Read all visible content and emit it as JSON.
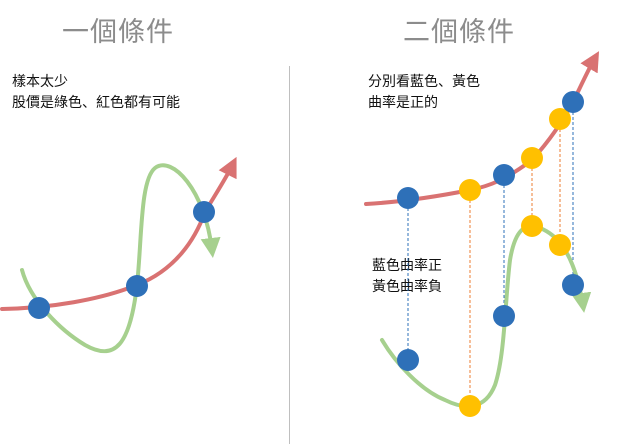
{
  "left_panel": {
    "title": "一個條件",
    "note_lines": [
      "樣本太少",
      "股價是綠色、紅色都有可能"
    ]
  },
  "right_panel": {
    "title": "二個條件",
    "note_top_lines": [
      "分別看藍色、黃色",
      "曲率是正的"
    ],
    "note_mid_lines": [
      "藍色曲率正",
      "黃色曲率負"
    ]
  },
  "colors": {
    "red_curve": "#d97272",
    "green_curve": "#a6d08e",
    "blue_dot": "#2e70b8",
    "yellow_dot": "#ffc000",
    "divider": "#bfbfbf",
    "title_gray": "#8c8c8c"
  }
}
